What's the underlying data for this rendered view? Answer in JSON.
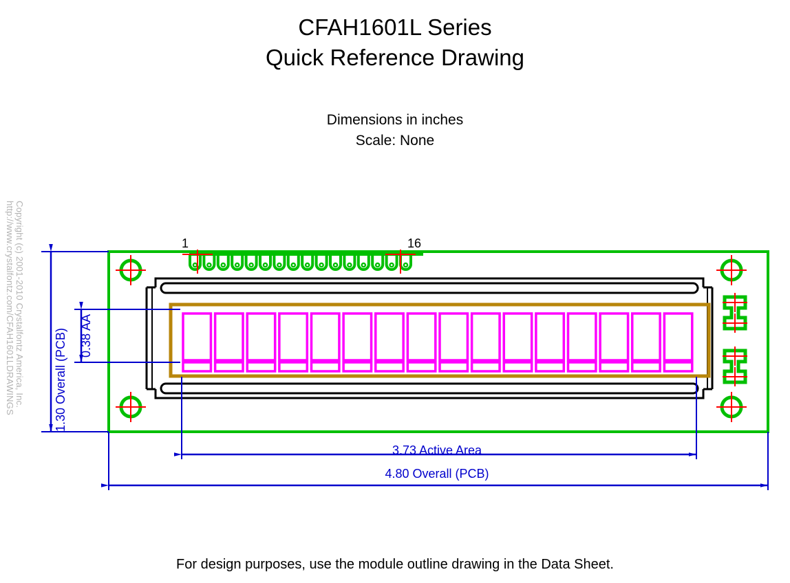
{
  "title": {
    "line1": "CFAH1601L Series",
    "line2": "Quick Reference Drawing"
  },
  "subtitle": {
    "line1": "Dimensions in inches",
    "line2": "Scale: None"
  },
  "footer": {
    "note": "For design purposes, use the module outline drawing in the Data Sheet."
  },
  "copyright": {
    "line1": "Copyright (c) 2001-2010 Crystalfontz America, Inc.",
    "line2": "http://www.crystalfontz.com/CFAH1601LDRAWINGS"
  },
  "dimensions": {
    "height_overall": "1.30 Overall (PCB)",
    "height_active": "0.38 AA",
    "width_active": "3.73 Active Area",
    "width_overall": "4.80 Overall (PCB)"
  },
  "pins": {
    "first_label": "1",
    "last_label": "16",
    "count": 16
  },
  "display": {
    "character_columns": 16,
    "character_rows": 1
  },
  "colors": {
    "pcb_outline": "#00bf00",
    "pad_green": "#00bf00",
    "bezel_black": "#000000",
    "viewing_area_gold": "#b8860b",
    "pixel_magenta": "#ff00ff",
    "dimension_blue": "#0000cc",
    "crosshair_red": "#ff0000",
    "copyright_gray": "#b3b3b3",
    "background": "#ffffff"
  },
  "icons": {
    "mounting_hole": "mounting-hole-icon",
    "crosshair": "crosshair-icon",
    "pin_pad": "pin-pad-icon",
    "edge_pad": "edge-pad-icon"
  }
}
